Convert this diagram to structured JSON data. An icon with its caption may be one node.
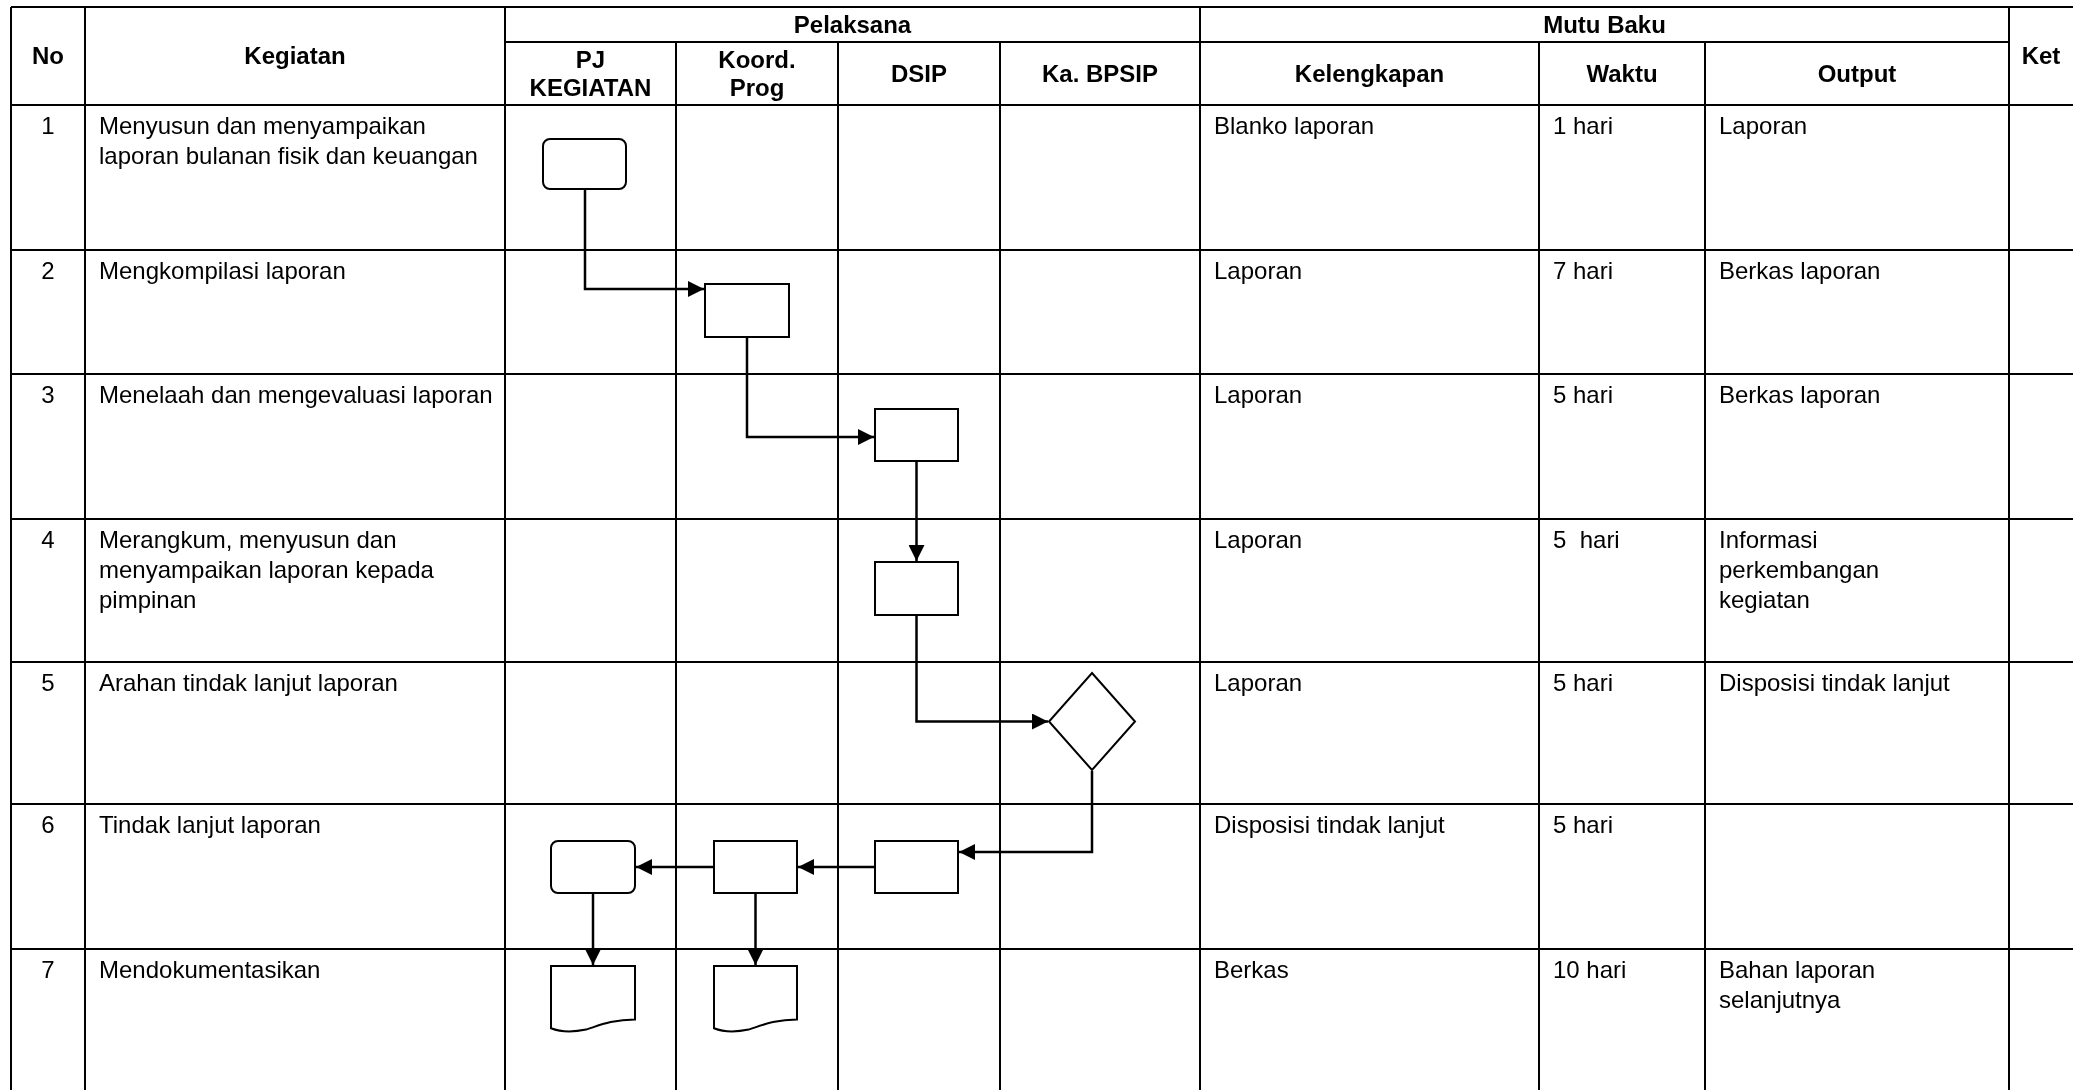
{
  "diagram": {
    "nodes": [
      {
        "text": [],
        "shape": "terminal"
      },
      {
        "text": [],
        "shape": "box"
      },
      {
        "text": [],
        "shape": "box"
      },
      {
        "text": [],
        "shape": "box"
      },
      {
        "text": [],
        "shape": "diamond"
      },
      {
        "text": [],
        "shape": "terminal"
      },
      {
        "text": [],
        "shape": "box"
      },
      {
        "text": [],
        "shape": "box"
      },
      {
        "text": [],
        "shape": "document"
      },
      {
        "text": [],
        "shape": "document"
      }
    ],
    "edges": [
      {
        "from": 0,
        "to": 1,
        "arrow": "to"
      },
      {
        "from": 1,
        "to": 2,
        "arrow": "to"
      },
      {
        "from": 2,
        "to": 3,
        "arrow": "to"
      },
      {
        "from": 3,
        "to": 4,
        "arrow": "to"
      },
      {
        "from": 4,
        "to": 7,
        "arrow": "to"
      },
      {
        "from": 7,
        "to": 6,
        "arrow": "to"
      },
      {
        "from": 6,
        "to": 5,
        "arrow": "to"
      },
      {
        "from": 5,
        "to": 8,
        "arrow": "to"
      },
      {
        "from": 6,
        "to": 9,
        "arrow": "to"
      }
    ],
    "labels": [
      "No",
      "Kegiatan",
      "Pelaksana",
      "Mutu Baku",
      "Ket",
      "PJ KEGIATAN",
      "Koord. Prog",
      "DSIP",
      "Ka. BPSIP",
      "Kelengkapan",
      "Waktu",
      "Output",
      "1",
      "Menyusun dan menyampaikan laporan bulanan fisik dan keuangan",
      "Blanko laporan",
      "1 hari",
      "Laporan",
      "2",
      "Mengkompilasi laporan",
      "Laporan",
      "7 hari",
      "Berkas laporan",
      "3",
      "Menelaah dan mengevaluasi laporan",
      "Laporan",
      "5 hari",
      "Berkas laporan",
      "4",
      "Merangkum, menyusun dan menyampaikan laporan kepada pimpinan",
      "Laporan",
      "5  hari",
      "Informasi perkembangan kegiatan",
      "5",
      "Arahan tindak lanjut laporan",
      "Laporan",
      "5 hari",
      "Disposisi tindak lanjut",
      "6",
      "Tindak lanjut laporan",
      "Disposisi tindak lanjut",
      "5 hari",
      "7",
      "Mendokumentasikan",
      "Berkas",
      "10 hari",
      "Bahan laporan selanjutnya"
    ]
  }
}
